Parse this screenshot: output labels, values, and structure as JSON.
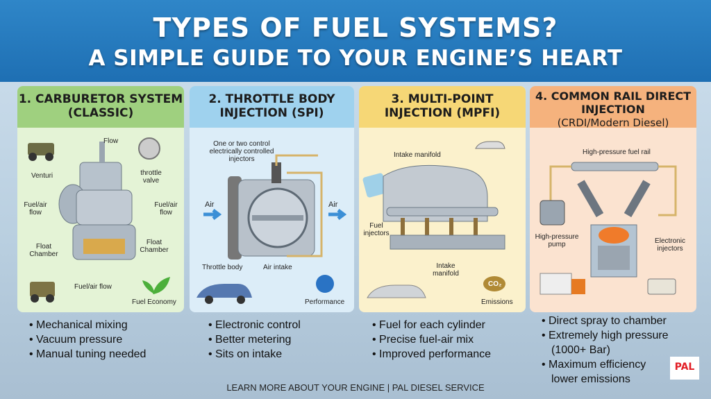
{
  "header": {
    "title_line1": "TYPES OF FUEL SYSTEMS?",
    "title_line2": "A SIMPLE GUIDE TO YOUR ENGINE’S HEART"
  },
  "panels": [
    {
      "title": "1. CARBURETOR SYSTEM (CLASSIC)",
      "color": "#9fd07f",
      "bg": "#e4f3d6",
      "labels": {
        "flow": "Flow",
        "venturi": "Venturi",
        "throttle_valve": "throttle valve",
        "fuel_air_left": "Fuel/air flow",
        "fuel_air_right": "Fuel/air flow",
        "float_left": "Float Chamber",
        "float_right": "Float Chamber",
        "fuel_air_bottom": "Fuel/air flow",
        "badge": "Fuel Economy"
      },
      "bullets": [
        "Mechanical mixing",
        "Vacuum pressure",
        "Manual tuning needed"
      ]
    },
    {
      "title": "2. THROTTLE BODY INJECTION (SPI)",
      "color": "#9fd2ee",
      "bg": "#dcedf8",
      "labels": {
        "injectors": "One or two control electrically controlled injectors",
        "air_in": "Air",
        "air_out": "Air",
        "throttle_body": "Throttle body",
        "air_intake": "Air intake",
        "badge": "Performance"
      },
      "bullets": [
        "Electronic control",
        "Better metering",
        "Sits on intake"
      ]
    },
    {
      "title": "3. MULTI-POINT INJECTION (MPFI)",
      "color": "#f6d776",
      "bg": "#fbf1cc",
      "labels": {
        "intake_top": "Intake manifold",
        "fuel_injectors": "Fuel injectors",
        "intake_bottom": "Intake manifold",
        "badge": "Emissions",
        "co2": "CO₂"
      },
      "bullets": [
        "Fuel for each cylinder",
        "Precise fuel-air mix",
        "Improved performance"
      ]
    },
    {
      "title": "4. COMMON RAIL DIRECT INJECTION",
      "subtitle": "(CRDI/Modern Diesel)",
      "color": "#f5b27d",
      "bg": "#fbe3d0",
      "labels": {
        "rail": "High-pressure fuel rail",
        "pump": "High-pressure pump",
        "injectors": "Electronic injectors"
      },
      "bullets": [
        "Direct spray to chamber",
        "Extremely high pressure (1000+ Bar)",
        "Maximum efficiency lower emissions"
      ]
    }
  ],
  "footer": "LEARN MORE ABOUT YOUR ENGINE | PAL DIESEL SERVICE",
  "logo": "PAL"
}
